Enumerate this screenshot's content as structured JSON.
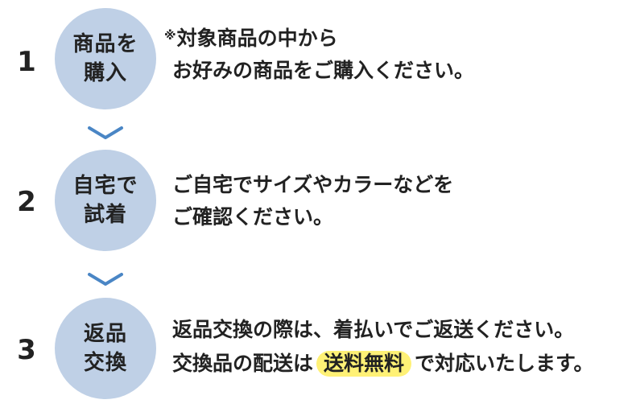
{
  "steps": [
    {
      "number": "1",
      "circle_lines": [
        "商品を",
        "購入"
      ],
      "note_mark": "※",
      "text_lines": [
        "対象商品の中から",
        "お好みの商品をご購入ください。"
      ]
    },
    {
      "number": "2",
      "circle_lines": [
        "自宅で",
        "試着"
      ],
      "text_lines": [
        "ご自宅でサイズやカラーなどを",
        "ご確認ください。"
      ]
    },
    {
      "number": "3",
      "circle_lines": [
        "返品",
        "交換"
      ],
      "text_lines": [
        "返品交換の際は、着払いでご返送ください。"
      ],
      "text_line2_before": "交換品の配送は",
      "text_line2_highlight": "送料無料",
      "text_line2_after": "で対応いたします。"
    }
  ],
  "colors": {
    "circle": "#bfd0e6",
    "chevron": "#4a86c5",
    "highlight": "#fff176",
    "text": "#222222"
  },
  "icons": [
    "chevron-down-icon",
    "chevron-down-icon"
  ]
}
